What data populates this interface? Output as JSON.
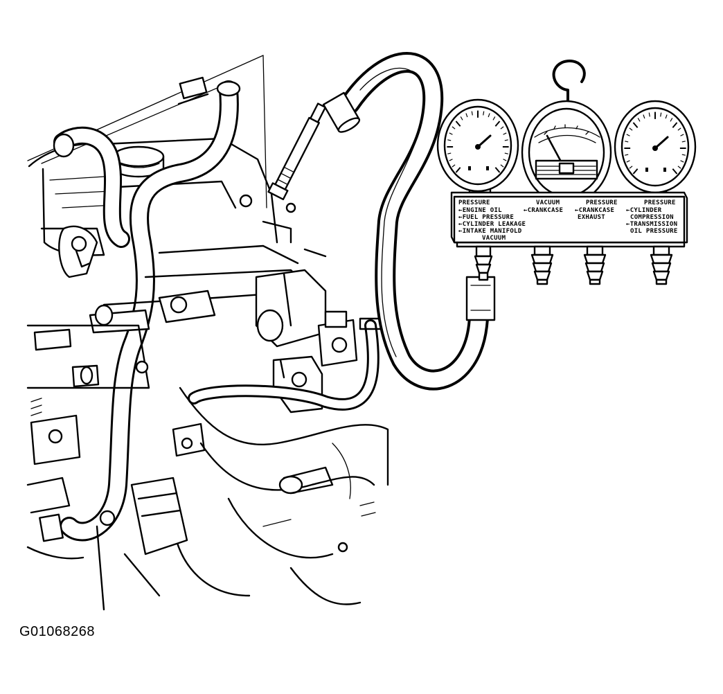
{
  "figure_id": "G01068268",
  "manifold_labels": {
    "col1_header": "PRESSURE",
    "col1_lines": [
      "←ENGINE OIL",
      "←FUEL PRESSURE",
      "←CYLINDER LEAKAGE",
      "←INTAKE MANIFOLD",
      "VACUUM"
    ],
    "col2_header": "VACUUM",
    "col2_lines": [
      "←CRANKCASE"
    ],
    "col3_header": "PRESSURE",
    "col3_lines": [
      "←CRANKCASE",
      "EXHAUST"
    ],
    "col4_header": "PRESSURE",
    "col4_lines": [
      "←CYLINDER",
      "COMPRESSION",
      "←TRANSMISSION",
      "OIL PRESSURE"
    ]
  }
}
